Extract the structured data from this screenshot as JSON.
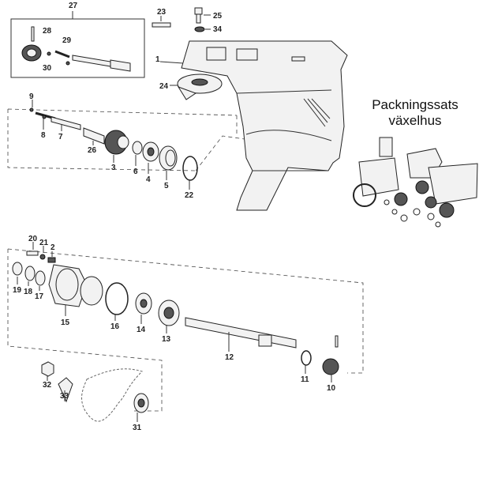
{
  "kit": {
    "line1": "Packningssats",
    "line2": "växelhus"
  },
  "callouts": {
    "n1": "1",
    "n2": "2",
    "n3": "3",
    "n4": "4",
    "n5": "5",
    "n6": "6",
    "n7": "7",
    "n8": "8",
    "n9": "9",
    "n10": "10",
    "n11": "11",
    "n12": "12",
    "n13": "13",
    "n14": "14",
    "n15": "15",
    "n16": "16",
    "n17": "17",
    "n18": "18",
    "n19": "19",
    "n20": "20",
    "n21": "21",
    "n22": "22",
    "n23": "23",
    "n24": "24",
    "n25": "25",
    "n26": "26",
    "n27": "27",
    "n28": "28",
    "n29": "29",
    "n30": "30",
    "n31": "31",
    "n32": "32",
    "n33": "33",
    "n34": "34"
  }
}
